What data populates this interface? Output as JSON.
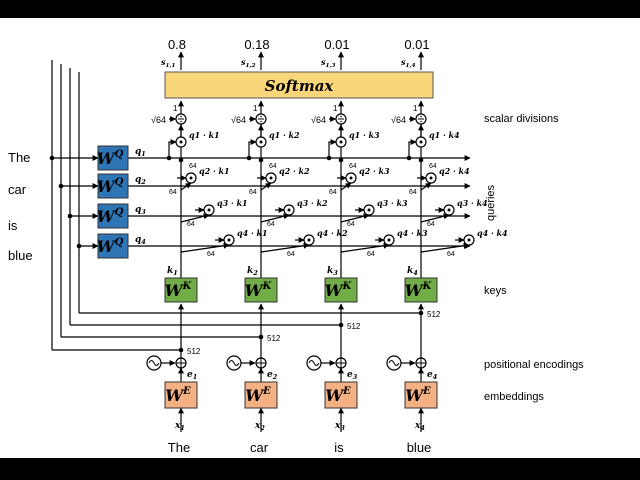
{
  "words": [
    "The",
    "car",
    "is",
    "blue"
  ],
  "scores": [
    "0.8",
    "0.18",
    "0.01",
    "0.01"
  ],
  "score_labels": [
    "s1,1",
    "s1,2",
    "s1,3",
    "s1,4"
  ],
  "softmax_label": "Softmax",
  "right_labels": {
    "scalar": "scalar divisions",
    "queries": "queries",
    "keys": "keys",
    "positional": "positional encodings",
    "embeddings": "embeddings"
  },
  "q_labels": [
    "q1",
    "q2",
    "q3",
    "q4"
  ],
  "k_labels": [
    "k1",
    "k2",
    "k3",
    "k4"
  ],
  "e_labels": [
    "e1",
    "e2",
    "e3",
    "e4"
  ],
  "x_labels": [
    "x1",
    "x2",
    "x3",
    "x4"
  ],
  "products": [
    [
      "q1 · k1",
      "q1 · k2",
      "q1 · k3",
      "q1 · k4"
    ],
    [
      "q2 · k1",
      "q2 · k2",
      "q2 · k3",
      "q2 · k4"
    ],
    [
      "q3 · k1",
      "q3 · k2",
      "q3 · k3",
      "q3 · k4"
    ],
    [
      "q4 · k1",
      "q4 · k2",
      "q4 · k3",
      "q4 · k4"
    ]
  ],
  "sqrt_label": "√64",
  "one_label": "1",
  "dim_64": "64",
  "dim_512": "512",
  "weights": {
    "Q": "W",
    "Q_sup": "Q",
    "K": "W",
    "K_sup": "K",
    "E": "W",
    "E_sup": "E"
  },
  "colors": {
    "softmax_fill": "#fad67a",
    "wq_fill": "#2e75b6",
    "wk_fill": "#70ad47",
    "we_fill": "#f4b183",
    "line": "#000000"
  }
}
